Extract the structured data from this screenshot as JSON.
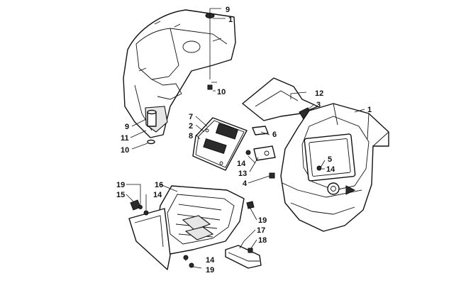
{
  "callouts": {
    "c9_top": "9",
    "c1_top": "1",
    "c10_top": "10",
    "c9_mid": "9",
    "c11": "11",
    "c10_low": "10",
    "c7": "7",
    "c2": "2",
    "c8": "8",
    "c6": "6",
    "c12": "12",
    "c3": "3",
    "c1_right": "1",
    "c5": "5",
    "c14_right": "14",
    "c14_mid": "14",
    "c13": "13",
    "c4": "4",
    "c19_left": "19",
    "c15": "15",
    "c14_left": "14",
    "c16": "16",
    "c19_right": "19",
    "c17": "17",
    "c18": "18",
    "c14_bottom": "14",
    "c19_bottom": "19"
  }
}
